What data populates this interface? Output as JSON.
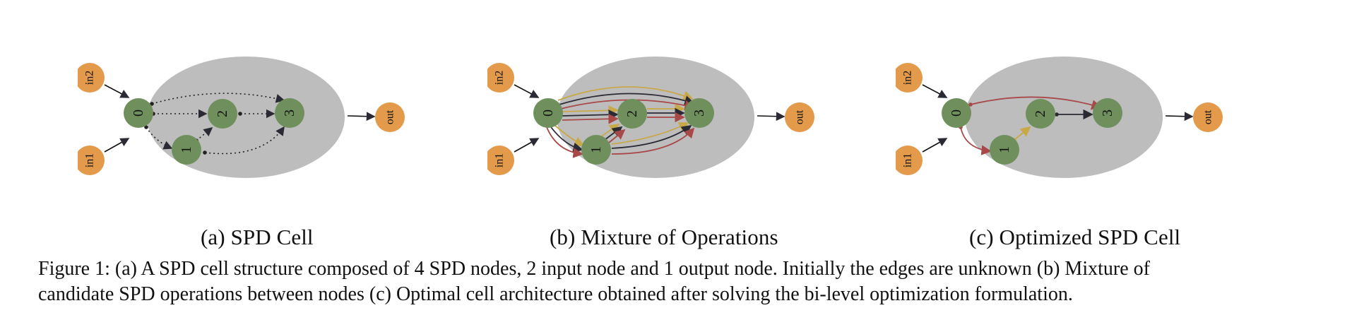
{
  "panels": [
    {
      "id": "a",
      "subcaption": "(a)  SPD Cell",
      "nodes": {
        "in2": "in2",
        "in1": "in1",
        "n0": "0",
        "n1": "1",
        "n2": "2",
        "n3": "3",
        "out": "out"
      }
    },
    {
      "id": "b",
      "subcaption": "(b)  Mixture of Operations",
      "nodes": {
        "in2": "in2",
        "in1": "in1",
        "n0": "0",
        "n1": "1",
        "n2": "2",
        "n3": "3",
        "out": "out"
      }
    },
    {
      "id": "c",
      "subcaption": "(c)  Optimized SPD Cell",
      "nodes": {
        "in2": "in2",
        "in1": "in1",
        "n0": "0",
        "n1": "1",
        "n2": "2",
        "n3": "3",
        "out": "out"
      }
    }
  ],
  "caption": {
    "line1": "Figure 1: (a) A SPD cell structure composed of 4 SPD nodes, 2 input node and 1 output node. Initially the edges are unknown (b) Mixture of",
    "line2": "candidate SPD operations between nodes (c) Optimal cell architecture obtained after solving the bi-level optimization formulation."
  },
  "colors": {
    "cell_background": "#bdbdbd",
    "spd_node": "#6f8f5c",
    "io_node": "#e39a4b",
    "edge_dark": "#2a2a35",
    "edge_red": "#a84848",
    "edge_gold": "#c9a848"
  }
}
